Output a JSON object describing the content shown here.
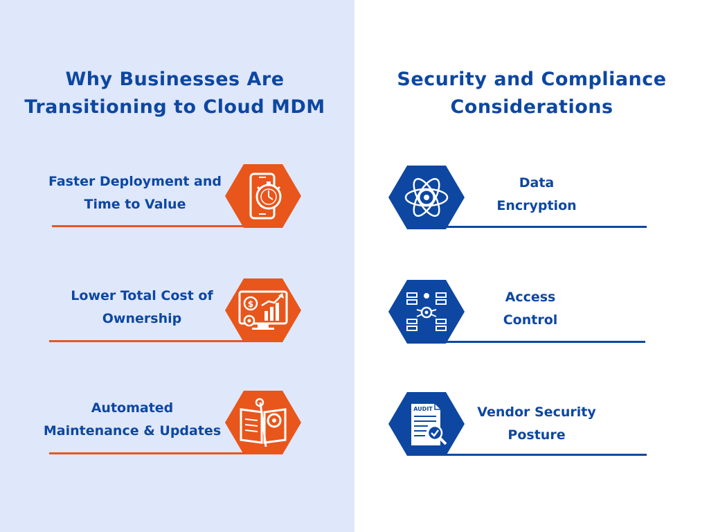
{
  "colors": {
    "left_background": "#dfe7fb",
    "right_background": "#ffffff",
    "heading": "#0d47a1",
    "accent_orange": "#e8561b",
    "accent_blue": "#0d47a1"
  },
  "left": {
    "heading_line1": "Why Businesses Are",
    "heading_line2": "Transitioning to Cloud MDM",
    "items": [
      {
        "line1": "Faster Deployment and",
        "line2": "Time to Value",
        "icon": "stopwatch-phone-icon"
      },
      {
        "line1": "Lower Total Cost of",
        "line2": "Ownership",
        "icon": "cost-chart-monitor-icon"
      },
      {
        "line1": "Automated",
        "line2": "Maintenance & Updates",
        "icon": "maintenance-manual-icon"
      }
    ]
  },
  "right": {
    "heading_line1": "Security and Compliance",
    "heading_line2": "Considerations",
    "items": [
      {
        "line1": "Data",
        "line2": "Encryption",
        "icon": "encryption-atom-gear-icon"
      },
      {
        "line1": "Access",
        "line2": "Control",
        "icon": "access-servers-icon"
      },
      {
        "line1": "Vendor Security",
        "line2": "Posture",
        "icon": "audit-document-icon",
        "badge": "AUDIT"
      }
    ]
  }
}
